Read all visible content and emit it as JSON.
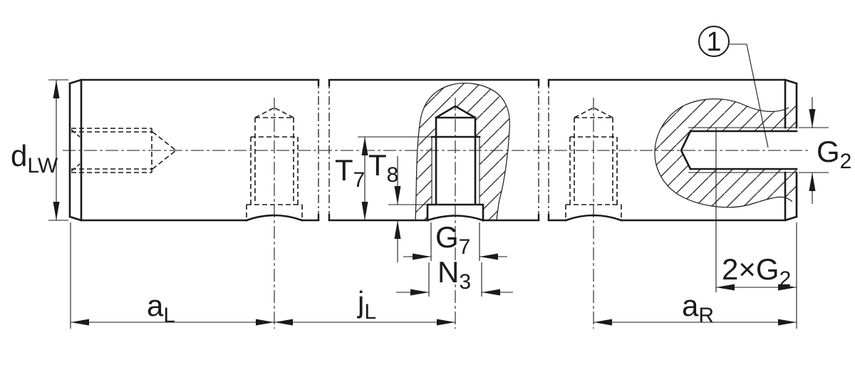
{
  "drawing": {
    "kind": "shaft end machining drawing (three broken-out segments with tapped holes)",
    "colors": {
      "line": "#1a1a1a",
      "background": "#ffffff"
    },
    "labels": {
      "dlw": {
        "base": "d",
        "sub": "LW"
      },
      "t7": {
        "base": "T",
        "sub": "7"
      },
      "t8": {
        "base": "T",
        "sub": "8"
      },
      "g7": {
        "base": "G",
        "sub": "7"
      },
      "n3": {
        "base": "N",
        "sub": "3"
      },
      "al": {
        "base": "a",
        "sub": "L"
      },
      "jl": {
        "base": "j",
        "sub": "L"
      },
      "ar": {
        "base": "a",
        "sub": "R"
      },
      "g2_count": {
        "base": "2×G",
        "sub": "2"
      },
      "g2": {
        "base": "G",
        "sub": "2"
      },
      "callout1": "1"
    }
  }
}
